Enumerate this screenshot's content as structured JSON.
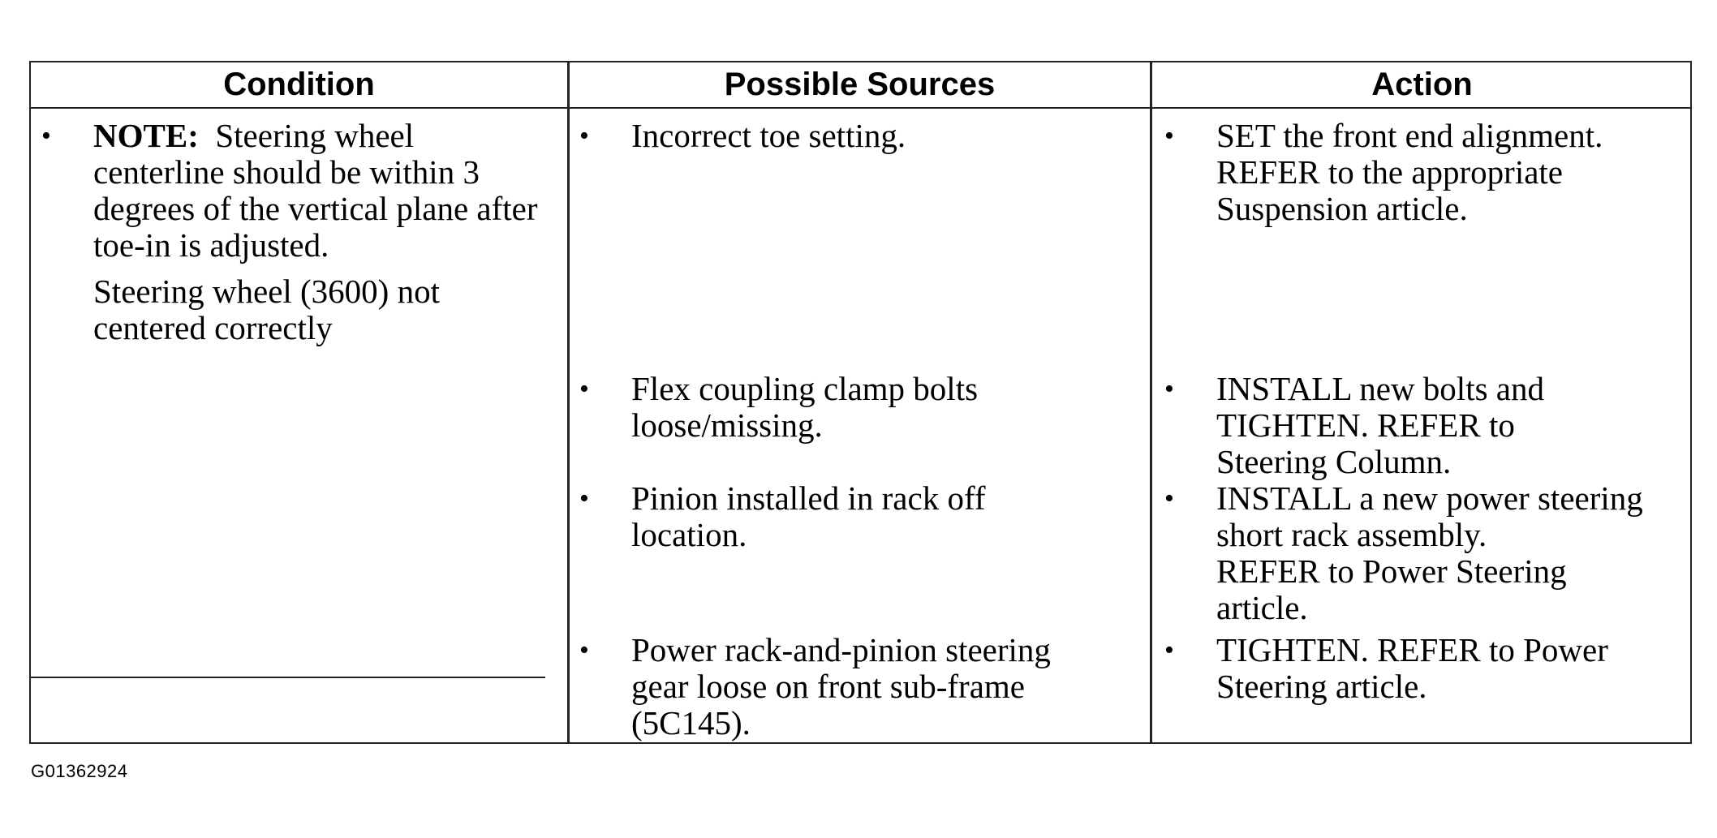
{
  "table": {
    "headers": {
      "condition": "Condition",
      "sources": "Possible Sources",
      "action": "Action"
    },
    "condition": {
      "note_label": "NOTE:",
      "note_text": "Steering wheel centerline should be within 3 degrees of the vertical plane after toe-in is adjusted.",
      "description": "Steering wheel (3600) not centered correctly"
    },
    "rows": [
      {
        "source": "Incorrect toe setting.",
        "action": "SET the front end alignment.",
        "action_extra": "REFER to the appropriate Suspension article."
      },
      {
        "source": "Flex coupling clamp bolts loose/missing.",
        "action": "INSTALL new bolts and TIGHTEN. REFER to Steering Column.",
        "action_extra": ""
      },
      {
        "source": "Pinion installed in rack off location.",
        "action": "INSTALL a new power steering short rack assembly.",
        "action_extra": "REFER to Power Steering article."
      },
      {
        "source": "Power rack-and-pinion steering gear loose on front sub-frame (5C145).",
        "action": "TIGHTEN. REFER to Power Steering article.",
        "action_extra": ""
      }
    ]
  },
  "figure_id": "G01362924"
}
